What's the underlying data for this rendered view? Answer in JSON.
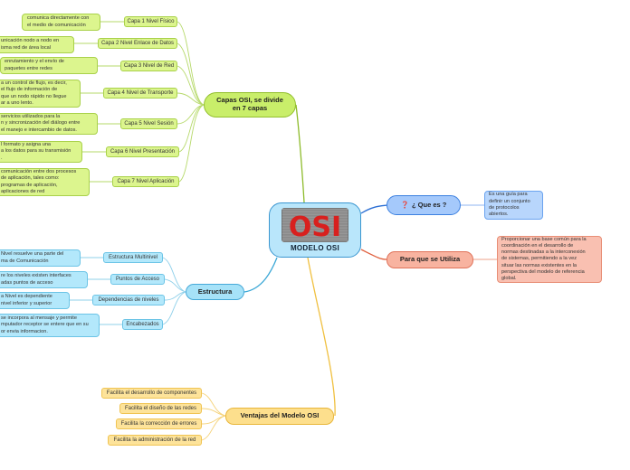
{
  "center": {
    "title": "MODELO OSI",
    "image_text": "OSI"
  },
  "capas": {
    "title": "Capas OSI, se divide en 7 capas",
    "items": [
      {
        "label": "Capa 1 Nivel Físico",
        "desc": [
          "comunica directamente con",
          "el medio de comunicación"
        ]
      },
      {
        "label": "Capa 2 Nivel Enlace de Datos",
        "desc": [
          "unicación nodo a nodo en",
          "isma red de área local"
        ]
      },
      {
        "label": "Capa 3 Nivel de Red",
        "desc": [
          "enrutamiento y el envío de",
          "paquetes entre redes"
        ]
      },
      {
        "label": "Capa 4 Nivel de Transporte",
        "desc": [
          "a un control de flujo, es decir,",
          "el flujo de información de",
          "que un nodo rápido no llegue",
          "ar a uno lento."
        ]
      },
      {
        "label": "Capa 5 Nivel Sesión",
        "desc": [
          "servicios utilizados para la",
          "n y sincronización del diálogo entre",
          "el manejo e intercambio de datos."
        ]
      },
      {
        "label": "Capa 6 Nivel Presentación",
        "desc": [
          "l formato y asigna una",
          "a los datos para su transmisión",
          "."
        ]
      },
      {
        "label": "Capa 7 Nivel Aplicación",
        "desc": [
          "comunicación entre dos procesos",
          "de aplicación, tales como:",
          "programas de aplicación,",
          "aplicaciones de red"
        ]
      }
    ]
  },
  "estructura": {
    "title": "Estructura",
    "items": [
      {
        "label": "Estructura Multinivel",
        "desc": [
          "Nivel resuelve una parte del",
          "ma de Comunicación"
        ]
      },
      {
        "label": "Puntos de Acceso",
        "desc": [
          "re los niveles existen interfaces",
          "adas puntos de acceso"
        ]
      },
      {
        "label": "Dependencias de niveles",
        "desc": [
          "a Nivel es dependiente",
          "nivel inferior y superior"
        ]
      },
      {
        "label": "Encabezados",
        "desc": [
          "se incorpora al mensaje y permite",
          "mputador receptor se entere que en su",
          "or envia informacion."
        ]
      }
    ]
  },
  "que_es": {
    "title": "¿ Que es ?",
    "icon": "question-mark-icon",
    "desc": [
      "Es una guía para",
      "definir un conjunto",
      "de protocolos",
      "abiertos."
    ]
  },
  "para_que": {
    "title": "Para que se Utiliza",
    "desc": [
      "Proporcionar una base común para la",
      "coordinación en el desarrollo de",
      "normas destinadas a la interconexión",
      "de sistemas, permitiendo a la vez",
      "situar las normas existentes en la",
      "perspectiva del modelo de referencia",
      "global."
    ]
  },
  "ventajas": {
    "title": "Ventajas del Modelo OSI",
    "items": [
      "Facilita el desarrollo de componentes",
      "Facilita el diseño de las redes",
      "Facilita la corrección de errores",
      "Facilita la administración de la red"
    ]
  },
  "colors": {
    "green": "#8dbb2a",
    "blue": "#3aa7d6",
    "yellow": "#f0c040",
    "question_blue": "#2c6fd4",
    "salmon": "#e0603e"
  }
}
